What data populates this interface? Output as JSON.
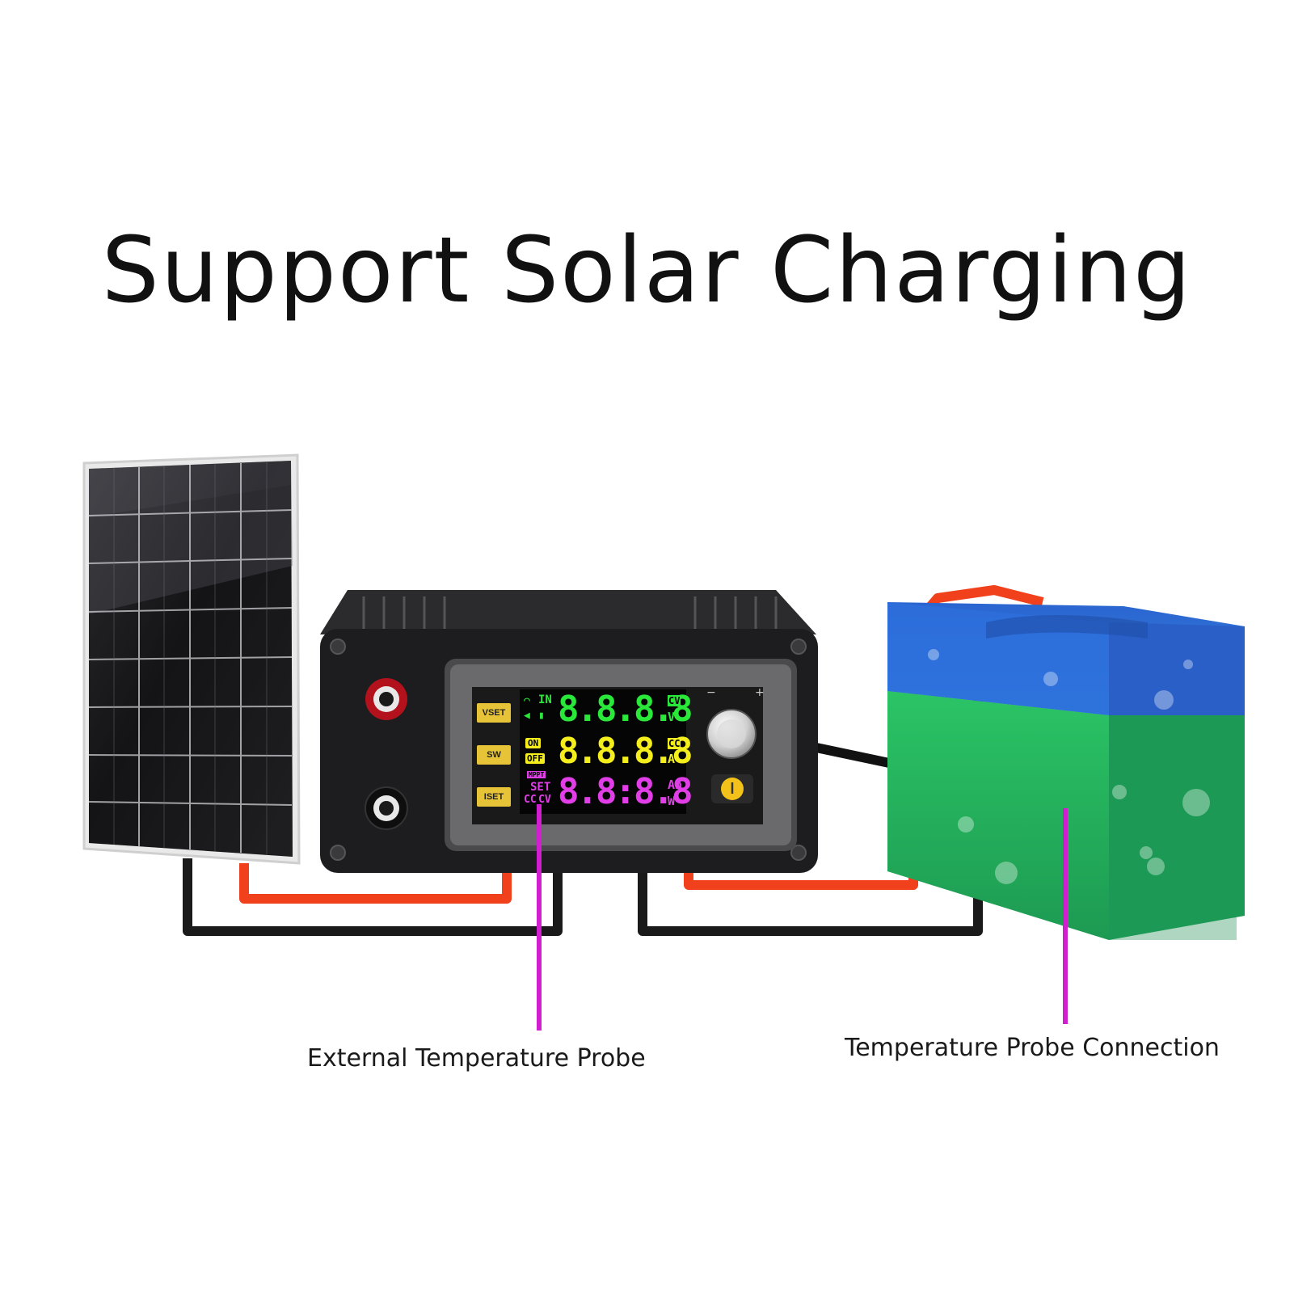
{
  "headline": "Support Solar Charging",
  "callouts": {
    "external_probe": "External Temperature Probe",
    "probe_connection": "Temperature Probe Connection"
  },
  "device": {
    "buttons": [
      "VSET",
      "SW",
      "ISET"
    ],
    "lcd": {
      "row1_digits": "8.8.8.8",
      "row2_digits": "8.8.8.8",
      "row3_digits": "8.8:8.8",
      "row1_tag": "IN",
      "row1_units": [
        "CV",
        "V"
      ],
      "row2_status": [
        "ON",
        "OFF"
      ],
      "row2_units": [
        "CC",
        "A"
      ],
      "row3_mode": [
        "MPPT",
        "SET",
        "CC",
        "CV"
      ],
      "row3_units": [
        "Ah",
        "W"
      ]
    },
    "power_icon": "power-icon"
  },
  "colors": {
    "lcd_green": "#29e83a",
    "lcd_yellow": "#f4ee1c",
    "lcd_magenta": "#e23ee8",
    "probe_line": "#d11fd0",
    "wire_red": "#f0401c",
    "battery_top": "#2f6fd6",
    "battery_bottom": "#22a85a"
  }
}
